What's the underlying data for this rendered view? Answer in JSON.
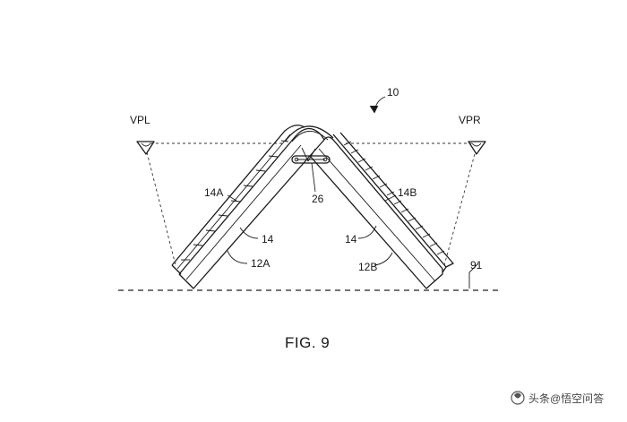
{
  "figure": {
    "caption": "FIG. 9",
    "labels": {
      "ref_10": "10",
      "vpl": "VPL",
      "vpr": "VPR",
      "label_14a": "14A",
      "label_14b": "14B",
      "label_26": "26",
      "label_14_left": "14",
      "label_14_right": "14",
      "label_12a": "12A",
      "label_12b": "12B",
      "label_91": "91"
    }
  },
  "watermark": {
    "text": "头条@悟空问答"
  }
}
